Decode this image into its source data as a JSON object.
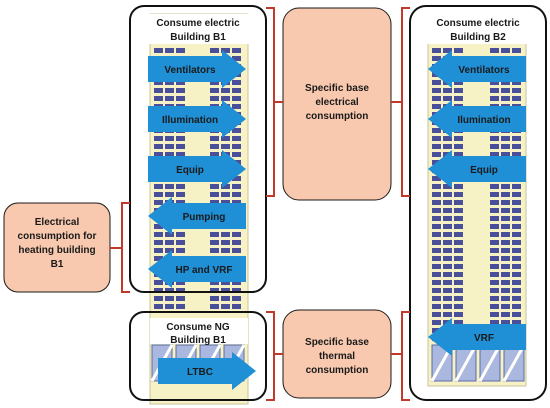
{
  "building_b1": {
    "title_line1": "Consume electric",
    "title_line2": "Building B1",
    "ng_title_line1": "Consume NG",
    "ng_title_line2": "Building B1",
    "arrows": [
      "Ventilators",
      "Illumination",
      "Equip",
      "Pumping",
      "HP and VRF",
      "LTBC"
    ]
  },
  "building_b2": {
    "title_line1": "Consume electric",
    "title_line2": "Building B2",
    "arrows": [
      "Ventilators",
      "Ilumination",
      "Equip",
      "VRF"
    ]
  },
  "boxes": {
    "electrical_base": [
      "Specific base",
      "electrical",
      "consumption"
    ],
    "thermal_base": [
      "Specific base",
      "thermal",
      "consumption"
    ],
    "heating_b1": [
      "Electrical",
      "consumption for",
      "heating building",
      "B1"
    ]
  },
  "colors": {
    "peach_box": "#f8c9ae",
    "arrow_blue": "#1f8fd6",
    "building_fill": "#f6f2c6",
    "window": "#4a4f9a",
    "bracket_red": "#c0392b"
  }
}
